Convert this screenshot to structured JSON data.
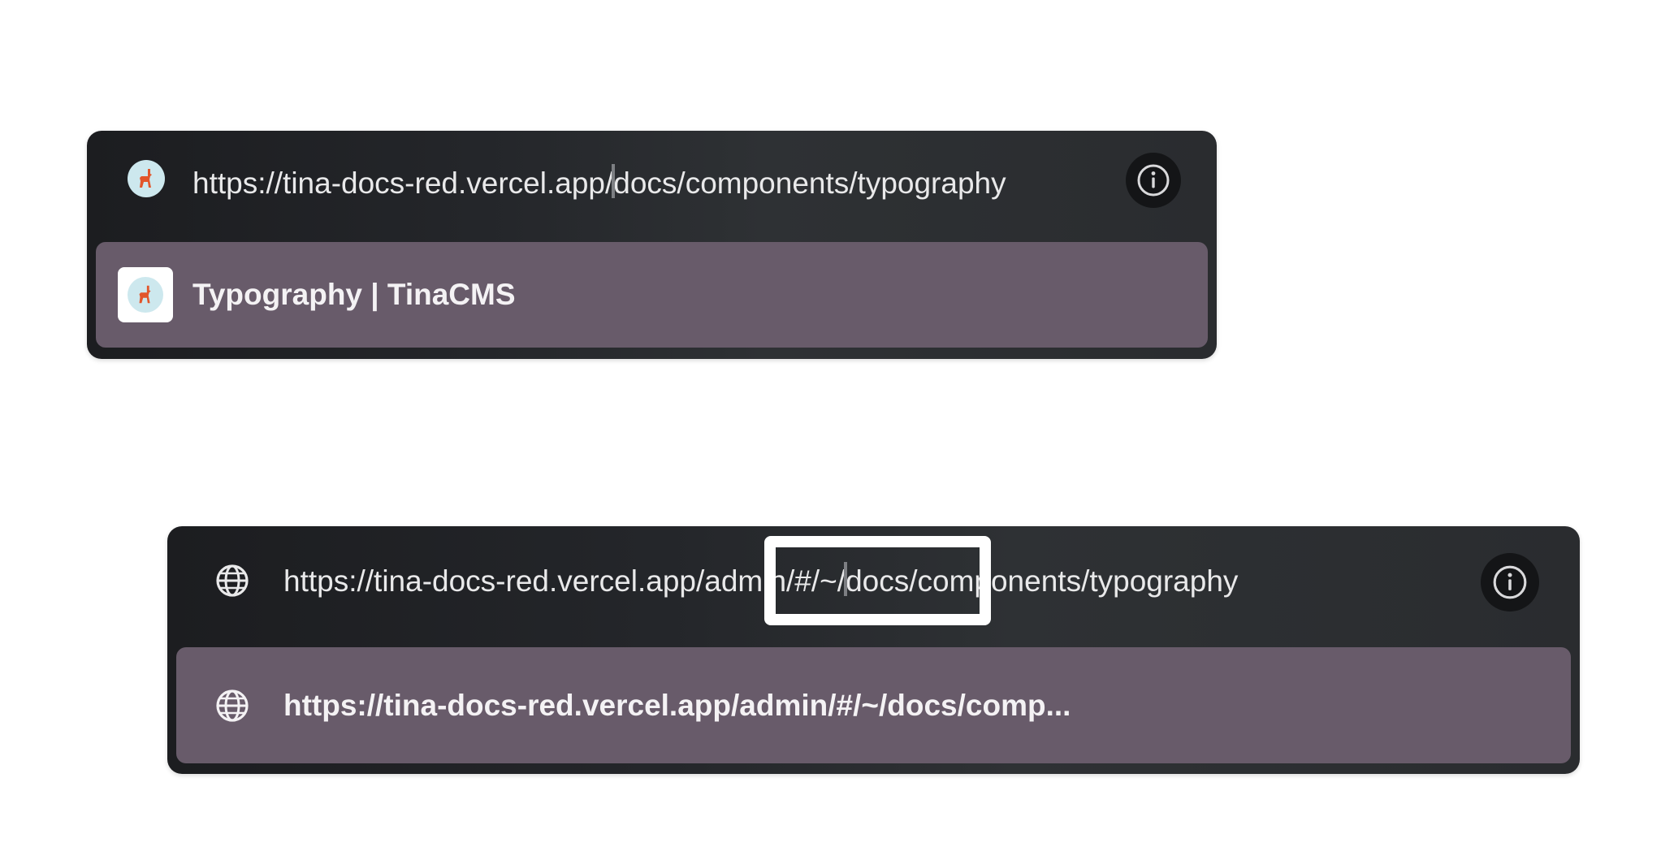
{
  "omnibox_top": {
    "url_before_caret": "https://tina-docs-red.vercel.app/",
    "url_after_caret": "docs/components/typography",
    "favicon": "llama-icon",
    "info_icon": "info-icon",
    "suggestion": {
      "title": "Typography | TinaCMS",
      "favicon": "llama-icon"
    }
  },
  "omnibox_bottom": {
    "url_part1": "https://tina-docs-red.vercel.app/admin/#/~/",
    "url_part2": "docs/components/typography",
    "favicon": "globe-icon",
    "info_icon": "info-icon",
    "suggestion": {
      "title": "https://tina-docs-red.vercel.app/admin/#/~/docs/comp...",
      "favicon": "globe-icon"
    }
  },
  "colors": {
    "bar_background": "#1c1d20",
    "suggestion_background": "#685b6a",
    "text": "#e9e9ea",
    "highlight_border": "#ffffff",
    "llama_orange": "#e2562b"
  }
}
